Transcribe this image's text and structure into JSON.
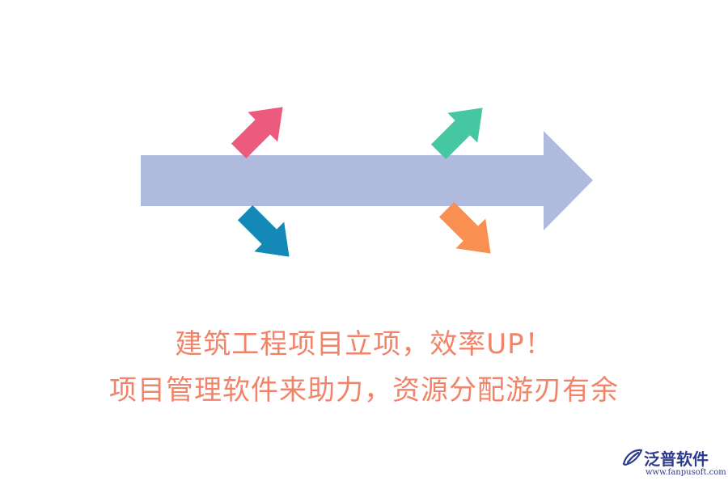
{
  "headline": {
    "line1": "建筑工程项目立项，效率UP！",
    "line2": "项目管理软件来助力，资源分配游刃有余",
    "color": "#F0846A"
  },
  "graphic": {
    "main_arrow": {
      "icon": "right-arrow-icon",
      "color": "#B0BADD"
    },
    "small_arrows": [
      {
        "icon": "arrow-up-right-icon",
        "color": "#EC5A7E"
      },
      {
        "icon": "arrow-down-right-icon",
        "color": "#1488B7"
      },
      {
        "icon": "arrow-up-right-icon",
        "color": "#45C8A2"
      },
      {
        "icon": "arrow-down-right-icon",
        "color": "#F99052"
      }
    ]
  },
  "logo": {
    "name": "泛普软件",
    "url": "www.fanpusoft.com",
    "name_color": "#2E3A8C",
    "mark_color": "#2E3A8C"
  }
}
